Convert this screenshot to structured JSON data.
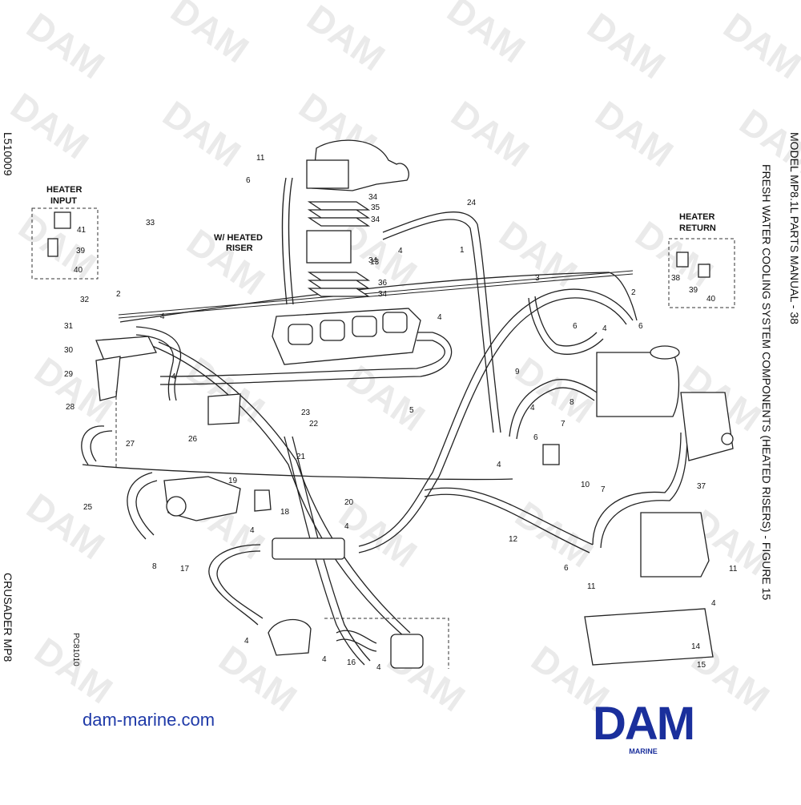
{
  "sheet": {
    "left_code": "L510009",
    "left_footer": "CRUSADER MP8",
    "right_title": "MODEL MP8.1L PARTS MANUAL - 38",
    "right_subtitle": "FRESH WATER COOLING SYSTEM COMPONENTS (HEATED RISERS) - FIGURE 15",
    "drawing_code": "PC81010",
    "site": "dam-marine.com"
  },
  "brand": {
    "logo": "DAM",
    "sub": "MARINE",
    "color": "#1a2f9c"
  },
  "watermark": "DAM",
  "headers": {
    "heater_input_1": "HEATER",
    "heater_input_2": "INPUT",
    "heater_return_1": "HEATER",
    "heater_return_2": "RETURN",
    "riser_1": "W/ HEATED",
    "riser_2": "RISER"
  },
  "callouts": [
    "11",
    "6",
    "34",
    "35",
    "34",
    "13",
    "4",
    "34",
    "36",
    "34",
    "24",
    "1",
    "3",
    "2",
    "6",
    "4",
    "6",
    "38",
    "39",
    "40",
    "41",
    "39",
    "40",
    "33",
    "32",
    "2",
    "4",
    "31",
    "30",
    "29",
    "4",
    "28",
    "27",
    "26",
    "23",
    "22",
    "21",
    "5",
    "4",
    "9",
    "8",
    "4",
    "6",
    "7",
    "10",
    "7",
    "4",
    "25",
    "19",
    "18",
    "20",
    "12",
    "37",
    "8",
    "4",
    "4",
    "6",
    "11",
    "11",
    "4",
    "17",
    "4",
    "16",
    "4",
    "4",
    "14",
    "15"
  ]
}
